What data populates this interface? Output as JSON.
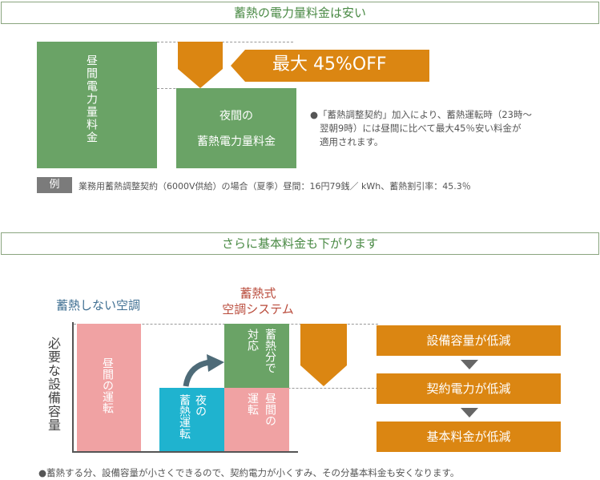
{
  "top_section": {
    "title": "蓄熱の電力量料金は安い",
    "day_bar_label": "昼間電力量料金",
    "night_bar_label_line1": "夜間の",
    "night_bar_label_line2": "蓄熱電力量料金",
    "discount_label": "最大 45%OFF",
    "note_lines": [
      "●「蓄熱調整契約」加入により、蓄熱運転時（23時〜",
      "翌朝9時）には昼間に比べて最大45％安い料金が",
      "適用されます。"
    ],
    "example_tag": "例",
    "example_text": "業務用蓄熱調整契約（6000V供給）の場合（夏季）昼間：16円79銭／ kWh、蓄熱割引率：45.3％"
  },
  "bottom_section": {
    "title": "さらに基本料金も下がります",
    "y_axis_label": "必要な設備容量",
    "left_system_title": "蓄熱しない空調",
    "right_system_title_line1": "蓄熱式",
    "right_system_title_line2": "空調システム",
    "left_bar_label": "昼間の運転",
    "night_bar_label_a": "夜の",
    "night_bar_label_b": "蓄熱運転",
    "stored_bar_label_a": "蓄熱分で",
    "stored_bar_label_b": "対応",
    "day_run_label_a": "昼間の",
    "day_run_label_b": "運転",
    "steps": [
      "設備容量が低減",
      "契約電力が低減",
      "基本料金が低減"
    ],
    "footnote": "●蓄熱する分、設備容量が小さくできるので、契約電力が小くすみ、その分基本料金も安くなります。"
  },
  "colors": {
    "green": "#6aa366",
    "orange": "#db8612",
    "pink": "#f0a2a3",
    "cyan": "#1fb3cf"
  }
}
